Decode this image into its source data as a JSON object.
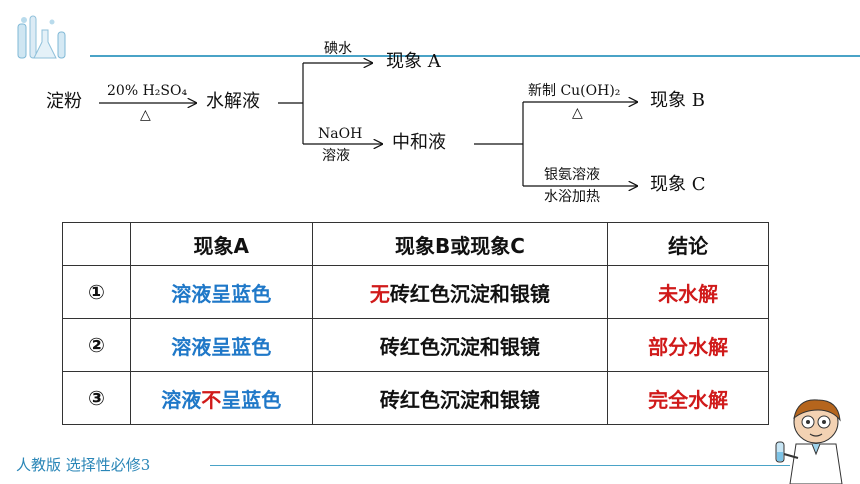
{
  "footer": {
    "text": "人教版 选择性必修3"
  },
  "flow": {
    "start": "淀粉",
    "reagent1_top": "20% H₂SO₄",
    "reagent1_bottom": "△",
    "hydrolysate": "水解液",
    "branch_iodine_label": "碘水",
    "phenomenon_a": "现象 A",
    "branch_naoh_top": "NaOH",
    "branch_naoh_bottom": "溶液",
    "neutralized": "中和液",
    "branch_cu_top": "新制 Cu(OH)₂",
    "branch_cu_bottom": "△",
    "phenomenon_b": "现象 B",
    "branch_ag_top": "银氨溶液",
    "branch_ag_bottom": "水浴加热",
    "phenomenon_c": "现象 C"
  },
  "table": {
    "headers": [
      "",
      "现象A",
      "现象B或现象C",
      "结论"
    ],
    "rows": [
      {
        "num": "①",
        "a_parts": [
          "",
          "溶液呈蓝色"
        ],
        "bc_parts": [
          "无",
          "砖红色沉淀和银镜"
        ],
        "conclusion": "未水解"
      },
      {
        "num": "②",
        "a_parts": [
          "",
          "溶液呈蓝色"
        ],
        "bc_parts": [
          "",
          "砖红色沉淀和银镜"
        ],
        "conclusion": "部分水解"
      },
      {
        "num": "③",
        "a_parts": [
          "溶液",
          "不",
          "呈蓝色"
        ],
        "bc_parts": [
          "",
          "砖红色沉淀和银镜"
        ],
        "conclusion": "完全水解"
      }
    ]
  },
  "colors": {
    "blue": "#1f78c8",
    "red": "#d01a1a",
    "accent_line": "#4aa3c7"
  }
}
